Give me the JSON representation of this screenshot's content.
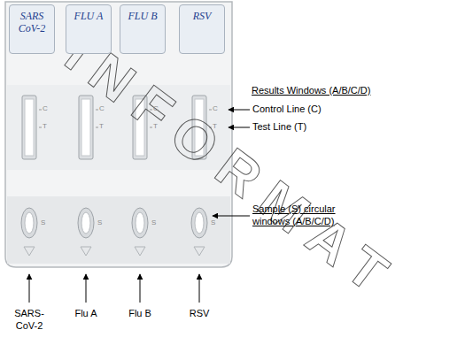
{
  "diagram": {
    "nodes": [
      {
        "text": [
          "SARS CoV-2"
        ]
      },
      {
        "text": [
          "FLU A"
        ]
      },
      {
        "text": [
          "FLU B"
        ]
      },
      {
        "text": [
          "RSV"
        ]
      }
    ],
    "labels": [
      "Results Windows (A/B/C/D)",
      "C",
      "T",
      "C",
      "T",
      "C",
      "T",
      "C",
      "T",
      "Control Line (C)",
      "Test Line (T)",
      "S",
      "S",
      "S",
      "S",
      "Sample (S) circular windows (A/B/C/D)",
      "SARS- CoV-2",
      "Flu A",
      "Flu B",
      "RSV",
      "INFORMAT"
    ]
  }
}
